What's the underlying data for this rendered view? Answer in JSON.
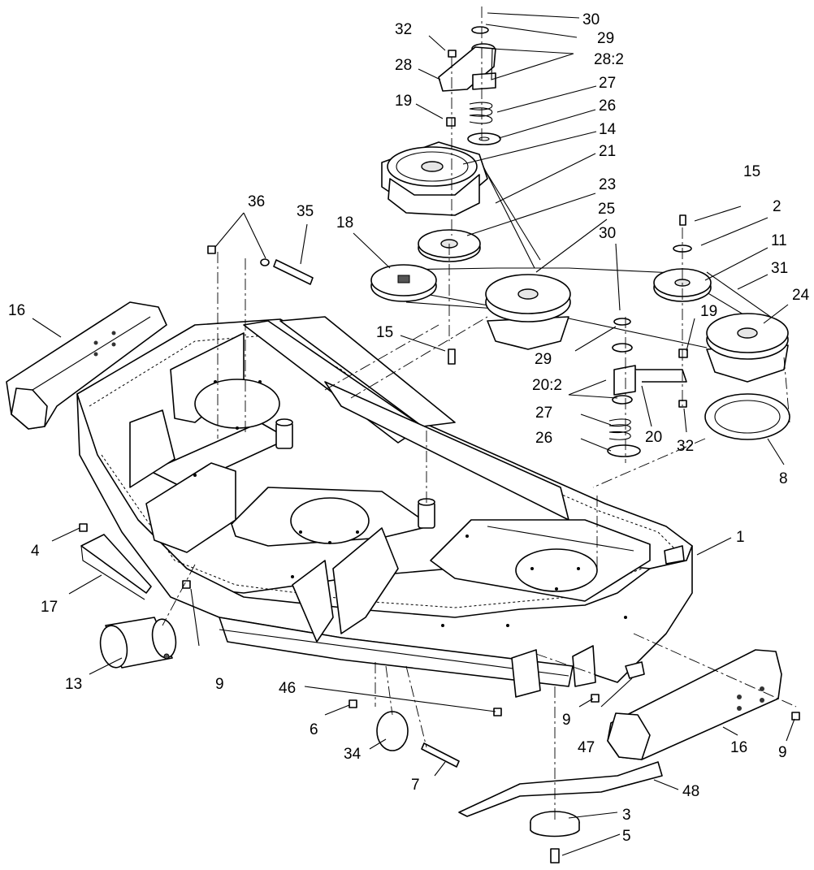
{
  "callouts": [
    {
      "id": "c30a",
      "text": "30"
    },
    {
      "id": "c32a",
      "text": "32"
    },
    {
      "id": "c29a",
      "text": "29"
    },
    {
      "id": "c28",
      "text": "28"
    },
    {
      "id": "c28_2",
      "text": "28:2"
    },
    {
      "id": "c27a",
      "text": "27"
    },
    {
      "id": "c19a",
      "text": "19"
    },
    {
      "id": "c26a",
      "text": "26"
    },
    {
      "id": "c14",
      "text": "14"
    },
    {
      "id": "c21",
      "text": "21"
    },
    {
      "id": "c36",
      "text": "36"
    },
    {
      "id": "c35",
      "text": "35"
    },
    {
      "id": "c23",
      "text": "23"
    },
    {
      "id": "c15a",
      "text": "15"
    },
    {
      "id": "c18",
      "text": "18"
    },
    {
      "id": "c25",
      "text": "25"
    },
    {
      "id": "c2",
      "text": "2"
    },
    {
      "id": "c30b",
      "text": "30"
    },
    {
      "id": "c11",
      "text": "11"
    },
    {
      "id": "c31",
      "text": "31"
    },
    {
      "id": "c16a",
      "text": "16"
    },
    {
      "id": "c24",
      "text": "24"
    },
    {
      "id": "c19b",
      "text": "19"
    },
    {
      "id": "c15b",
      "text": "15"
    },
    {
      "id": "c29b",
      "text": "29"
    },
    {
      "id": "c20_2",
      "text": "20:2"
    },
    {
      "id": "c27b",
      "text": "27"
    },
    {
      "id": "c20",
      "text": "20"
    },
    {
      "id": "c26b",
      "text": "26"
    },
    {
      "id": "c32b",
      "text": "32"
    },
    {
      "id": "c8",
      "text": "8"
    },
    {
      "id": "c1",
      "text": "1"
    },
    {
      "id": "c4",
      "text": "4"
    },
    {
      "id": "c17",
      "text": "17"
    },
    {
      "id": "c13",
      "text": "13"
    },
    {
      "id": "c9a",
      "text": "9"
    },
    {
      "id": "c46",
      "text": "46"
    },
    {
      "id": "c6",
      "text": "6"
    },
    {
      "id": "c9b",
      "text": "9"
    },
    {
      "id": "c47",
      "text": "47"
    },
    {
      "id": "c16b",
      "text": "16"
    },
    {
      "id": "c9c",
      "text": "9"
    },
    {
      "id": "c34",
      "text": "34"
    },
    {
      "id": "c7",
      "text": "7"
    },
    {
      "id": "c48",
      "text": "48"
    },
    {
      "id": "c3",
      "text": "3"
    },
    {
      "id": "c5",
      "text": "5"
    }
  ]
}
